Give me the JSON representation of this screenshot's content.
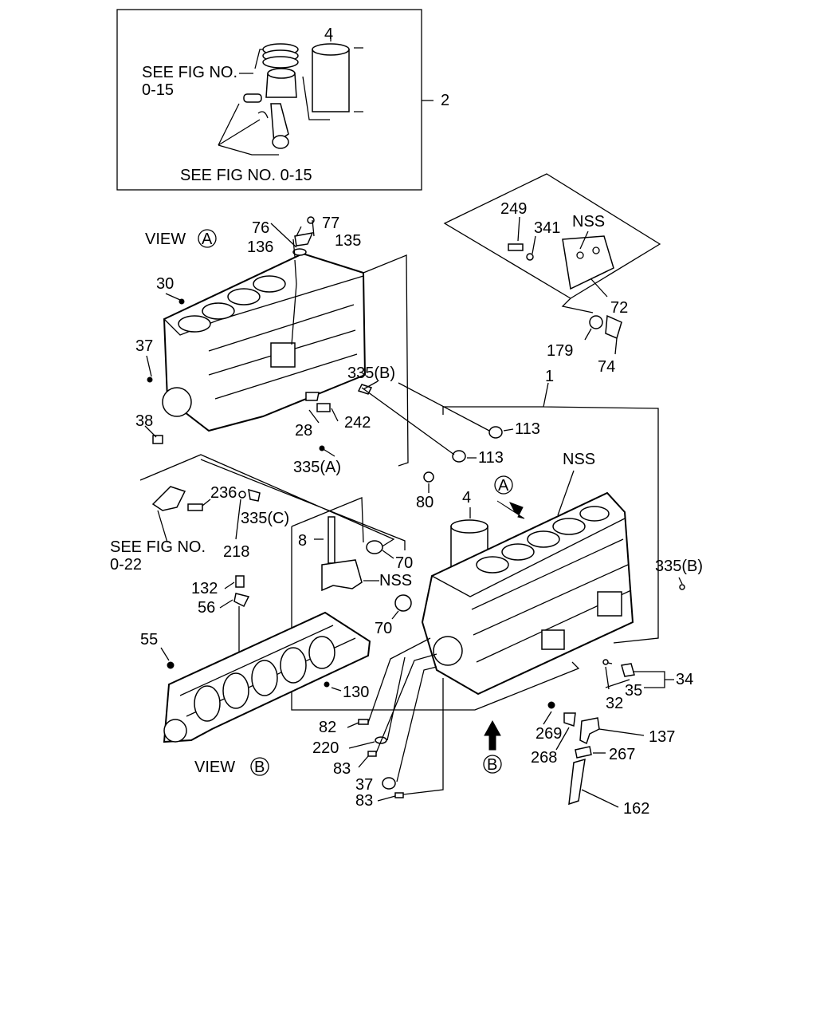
{
  "inset": {
    "ref_top": "SEE FIG NO.",
    "ref_top_num": "0-15",
    "ref_bottom": "SEE FIG NO. 0-15",
    "label_liner": "4",
    "label_group": "2"
  },
  "views": {
    "view_a_text": "VIEW",
    "view_a_letter": "A",
    "view_b_text": "VIEW",
    "view_b_letter": "B",
    "marker_a": "A",
    "marker_b": "B"
  },
  "callouts": {
    "c249": "249",
    "c341": "341",
    "nss_cover": "NSS",
    "c72": "72",
    "c179": "179",
    "c74": "74",
    "c76": "76",
    "c77": "77",
    "c136": "136",
    "c135": "135",
    "c30": "30",
    "c37_top": "37",
    "c38": "38",
    "c335b_top": "335(B)",
    "c28": "28",
    "c242": "242",
    "c335a": "335(A)",
    "c113_a": "113",
    "c113_b": "113",
    "c1": "1",
    "nss_block": "NSS",
    "c80": "80",
    "c236": "236",
    "c335c": "335(C)",
    "see_fig_022": "SEE FIG NO.",
    "see_fig_022_num": "0-22",
    "c218": "218",
    "c4_main": "4",
    "c8": "8",
    "c70_a": "70",
    "nss_cap": "NSS",
    "c70_b": "70",
    "c335b_right": "335(B)",
    "c132": "132",
    "c56": "56",
    "c55": "55",
    "c130": "130",
    "c82": "82",
    "c220": "220",
    "c83_a": "83",
    "c37_bottom": "37",
    "c83_b": "83",
    "c34": "34",
    "c35": "35",
    "c32": "32",
    "c269": "269",
    "c137": "137",
    "c268": "268",
    "c267": "267",
    "c162": "162"
  }
}
